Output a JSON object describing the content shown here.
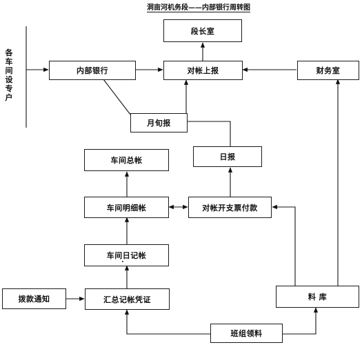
{
  "title": "洞亩河机务段——内部银行周转图",
  "side_label": "各车间设专户",
  "nodes": {
    "duanzhangshi": "段长室",
    "neibu_yinhang": "内部银行",
    "duizhang_shangbao": "对帐上报",
    "caiwushi": "财务室",
    "yuexun_bao": "月旬报",
    "ribao": "日报",
    "chejian_zongzhang": "车间总帐",
    "chejian_mingxizhang": "车间明细帐",
    "duizhang_kaizhi": "对帐开支票付款",
    "chejian_rijizhang": "车间日记帐",
    "bokuan_tongzhi": "拨款通知",
    "huizong_jizhang": "汇总记帐凭证",
    "liaoku": "料    库",
    "banzu_lingliao": "班组领料"
  }
}
